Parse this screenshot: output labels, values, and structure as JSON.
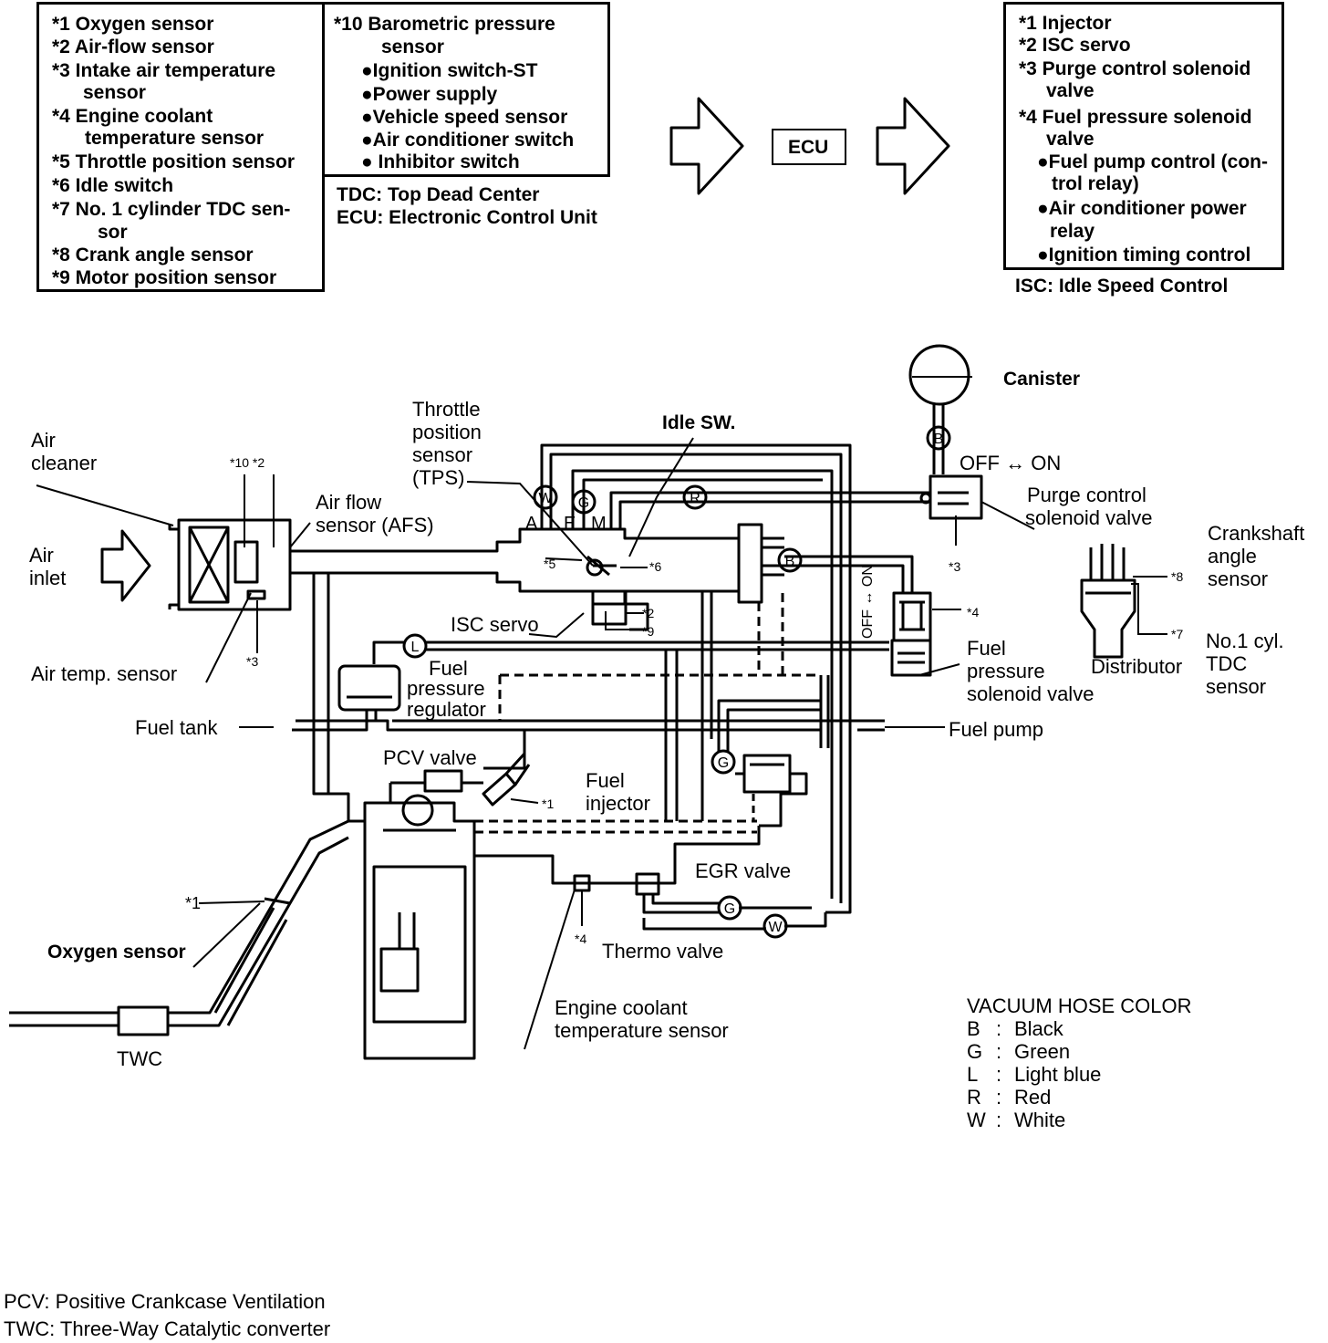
{
  "sensors_box_1": {
    "items": [
      "*1  Oxygen sensor",
      "*2  Air-flow sensor",
      "*3  Intake air temperature",
      "sensor",
      "*4  Engine coolant",
      "temperature sensor",
      "*5  Throttle position sensor",
      "*6  Idle switch",
      "*7  No. 1 cylinder TDC sen-",
      "sor",
      "*8  Crank angle sensor",
      "*9  Motor position sensor"
    ]
  },
  "sensors_box_2": {
    "items": [
      "*10  Barometric pressure",
      "sensor",
      "●Ignition switch-ST",
      "●Power supply",
      "●Vehicle speed sensor",
      "●Air conditioner switch",
      "● Inhibitor switch"
    ]
  },
  "abbrev_top": {
    "tdc": "TDC:  Top Dead Center",
    "ecu": "ECU:  Electronic Control Unit"
  },
  "ecu_label": "ECU",
  "actuators_box": {
    "items": [
      "*1 Injector",
      "*2 ISC servo",
      "*3 Purge control solenoid",
      "valve",
      "*4 Fuel pressure solenoid",
      "valve",
      "●Fuel pump control (con-",
      "trol relay)",
      "●Air conditioner power",
      "relay",
      "●Ignition timing control"
    ]
  },
  "isc_abbrev": "ISC:  Idle Speed Control",
  "diagram_labels": {
    "air_cleaner": [
      "Air",
      "cleaner"
    ],
    "air_inlet": [
      "Air",
      "inlet"
    ],
    "afs_markers": "*10   *2",
    "air_flow_sensor": [
      "Air flow",
      "sensor (AFS)"
    ],
    "tps": [
      "Throttle",
      "position",
      "sensor",
      "(TPS)"
    ],
    "idle_sw": "Idle SW.",
    "canister": "Canister",
    "off_on": "OFF ↔ ON",
    "purge_valve": [
      "Purge control",
      "solenoid valve"
    ],
    "crank_sensor": [
      "Crankshaft",
      "angle",
      "sensor"
    ],
    "fuel_pressure_solenoid": [
      "Fuel",
      "pressure",
      "solenoid valve"
    ],
    "distributor": "Distributor",
    "no1_tdc": [
      "No.1  cyl.",
      "TDC",
      "sensor"
    ],
    "isc_servo": "ISC servo",
    "air_temp_sensor": "Air  temp.  sensor",
    "fuel_pressure_regulator": [
      "Fuel",
      "pressure",
      "regulator"
    ],
    "fuel_tank": "Fuel  tank",
    "fuel_pump": "Fuel  pump",
    "pcv_valve": "PCV   valve",
    "fuel_injector": [
      "Fuel",
      "injector"
    ],
    "egr_valve": "EGR  valve",
    "oxygen_sensor": "Oxygen sensor",
    "thermo_valve": "Thermo  valve",
    "engine_coolant": [
      "Engine  coolant",
      "temperature  sensor"
    ],
    "twc": "TWC",
    "throttle_parts": [
      "A",
      "E",
      "M"
    ],
    "off_on_vertical": "OFF ↔ ON",
    "markers": {
      "m1_oxy": "*1",
      "m3_air": "*3",
      "m5": "*5",
      "m6": "*6",
      "m2": "*2",
      "m9": "*9",
      "m3_purge": "*3",
      "m4_fuel": "*4",
      "m8": "*8",
      "m7": "*7",
      "m1_inj": "*1",
      "m4_coolant": "*4"
    },
    "hose_letters": {
      "canister_b": "B",
      "w": "W",
      "g": "G",
      "r": "R",
      "b_right": "B",
      "l": "L",
      "g_egr": "G",
      "g_bottom": "G",
      "w_bottom": "W"
    }
  },
  "vacuum_legend": {
    "title": "VACUUM HOSE COLOR",
    "rows": [
      {
        "code": "B",
        "sep": ":",
        "name": "Black"
      },
      {
        "code": "G",
        "sep": ":",
        "name": "Green"
      },
      {
        "code": "L",
        "sep": ":",
        "name": "Light blue"
      },
      {
        "code": "R",
        "sep": ":",
        "name": "Red"
      },
      {
        "code": "W",
        "sep": ":",
        "name": "White"
      }
    ]
  },
  "footer": {
    "pcv": "PCV:  Positive  Crankcase  Ventilation",
    "twc": "TWC:  Three-Way  Catalytic  converter"
  }
}
